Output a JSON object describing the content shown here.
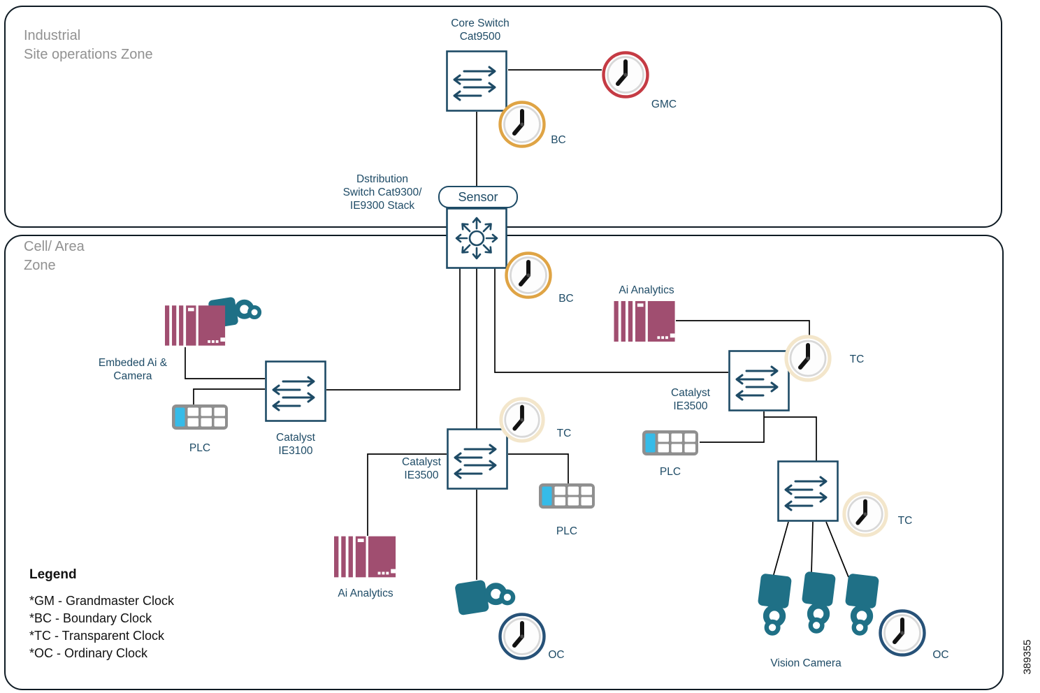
{
  "colors": {
    "navy": "#1e4b66",
    "line": "#000000",
    "maroon": "#a04e70",
    "teal": "#1f7086",
    "plc_cyan": "#36bbe8",
    "plc_gray": "#8f8f8f",
    "clock_red": "#c53b44",
    "clock_orange": "#dfa445",
    "clock_cream": "#f3e6cb",
    "clock_navy": "#275278",
    "zone_border": "#0f1b24",
    "zone_label_gray": "#919191",
    "text_black": "#111111"
  },
  "zones": {
    "industrial": {
      "label": "Industrial\nSite operations Zone"
    },
    "cell_area": {
      "label": "Cell/ Area\nZone"
    }
  },
  "nodes": {
    "core_switch": {
      "label": "Core Switch\nCat9500"
    },
    "gmc_clock": {
      "label": "GMC",
      "type": "grandmaster-clock"
    },
    "bc_clock_core": {
      "label": "BC",
      "type": "boundary-clock"
    },
    "dist_switch": {
      "label": "Dstribution\nSwitch Cat9300/\nIE9300 Stack"
    },
    "sensor": {
      "label": "Sensor"
    },
    "bc_clock_dist": {
      "label": "BC",
      "type": "boundary-clock"
    },
    "embedded_ai_camera": {
      "label": "Embeded Ai &\nCamera"
    },
    "plc_left": {
      "label": "PLC"
    },
    "ie3100": {
      "label": "Catalyst\nIE3100"
    },
    "ie3500_center": {
      "label": "Catalyst\nIE3500"
    },
    "tc_clock_center": {
      "label": "TC",
      "type": "transparent-clock"
    },
    "ai_analytics_center": {
      "label": "Ai Analytics"
    },
    "plc_center": {
      "label": "PLC"
    },
    "oc_clock_center": {
      "label": "OC",
      "type": "ordinary-clock"
    },
    "ai_analytics_right": {
      "label": "Ai Analytics"
    },
    "tc_clock_right": {
      "label": "TC",
      "type": "transparent-clock"
    },
    "ie3500_right": {
      "label": "Catalyst\nIE3500"
    },
    "plc_right": {
      "label": "PLC"
    },
    "tc_clock_bottom": {
      "label": "TC",
      "type": "transparent-clock"
    },
    "vision_camera": {
      "label": "Vision Camera"
    },
    "oc_clock_right": {
      "label": "OC",
      "type": "ordinary-clock"
    }
  },
  "legend": {
    "title": "Legend",
    "items": [
      "*GM - Grandmaster Clock",
      "*BC - Boundary Clock",
      "*TC - Transparent Clock",
      "*OC - Ordinary Clock"
    ]
  },
  "figure_number": "389355"
}
